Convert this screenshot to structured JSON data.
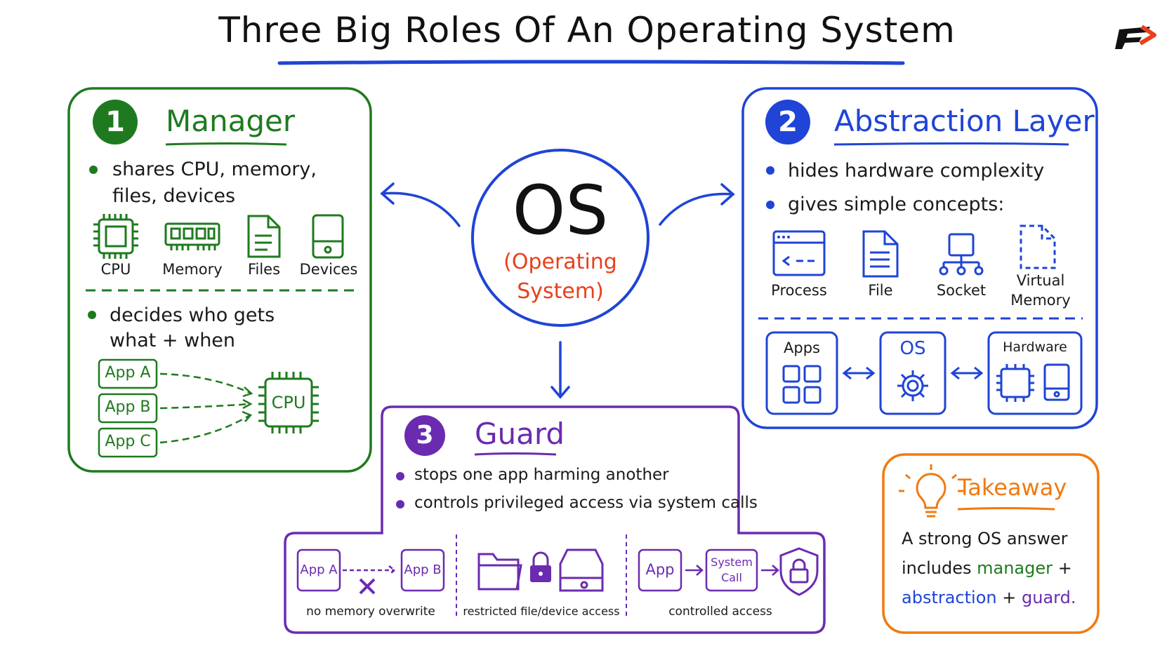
{
  "title": "Three Big Roles Of An Operating System",
  "center": {
    "main": "OS",
    "sub_line1": "(Operating",
    "sub_line2": "System)"
  },
  "manager": {
    "number": "1",
    "heading": "Manager",
    "bullet1_line1": "shares CPU, memory,",
    "bullet1_line2": "files, devices",
    "resources": [
      "CPU",
      "Memory",
      "Files",
      "Devices"
    ],
    "bullet2_line1": "decides who gets",
    "bullet2_line2": "what + when",
    "apps": [
      "App A",
      "App B",
      "App C"
    ],
    "cpu_label": "CPU"
  },
  "abstraction": {
    "number": "2",
    "heading": "Abstraction Layer",
    "bullet1": "hides hardware complexity",
    "bullet2": "gives simple concepts:",
    "concepts": [
      "Process",
      "File",
      "Socket",
      "Virtual Memory"
    ],
    "concept_virtual_line1": "Virtual",
    "concept_virtual_line2": "Memory",
    "layers": [
      "Apps",
      "OS",
      "Hardware"
    ]
  },
  "guard": {
    "number": "3",
    "heading": "Guard",
    "bullet1": "stops one app harming another",
    "bullet2": "controls privileged access via system calls",
    "app_a": "App A",
    "app_b": "App B",
    "caption1": "no memory overwrite",
    "caption2": "restricted file/device access",
    "app": "App",
    "syscall_line1": "System",
    "syscall_line2": "Call",
    "caption3": "controlled access"
  },
  "takeaway": {
    "heading": "Takeaway",
    "line1": "A strong OS answer",
    "line2_prefix": "includes",
    "manager_word": "manager",
    "plus1": "+",
    "abstraction_word": "abstraction",
    "plus2": "+",
    "guard_word": "guard",
    "period": "."
  },
  "colors": {
    "green": "#1f7a1f",
    "blue": "#1f44d6",
    "purple": "#6a2bb0",
    "orange": "#f07a10",
    "red": "#e8401c"
  }
}
